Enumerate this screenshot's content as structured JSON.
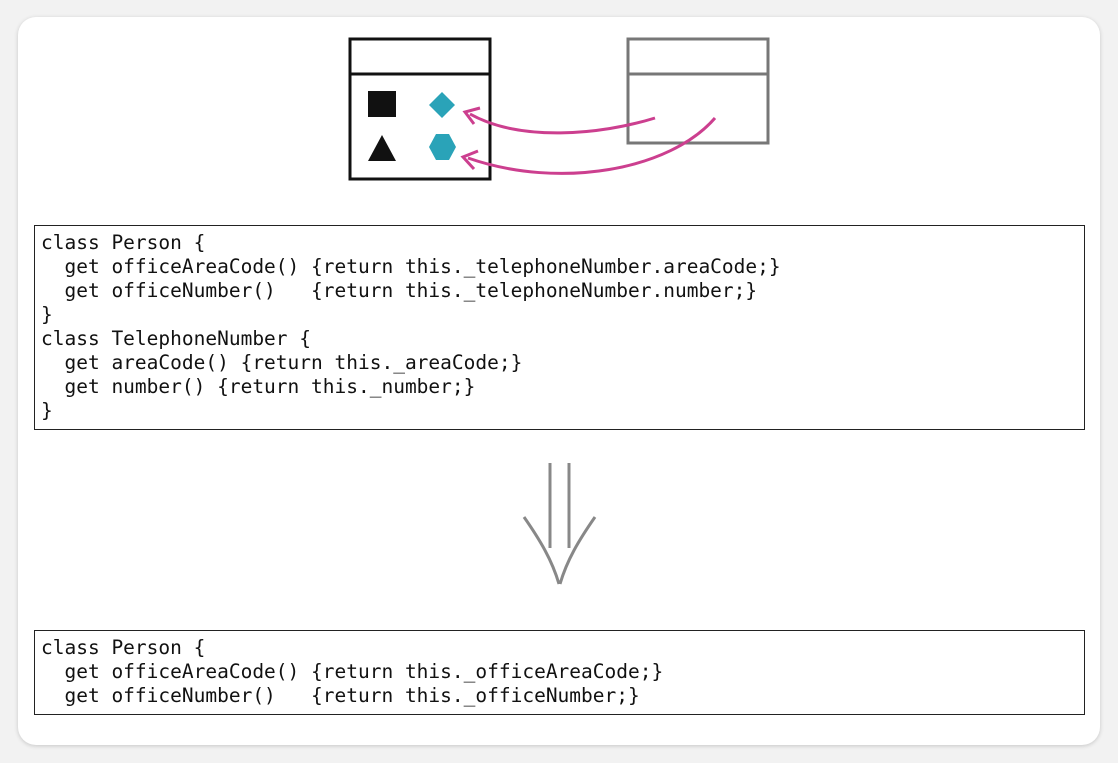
{
  "diagram": {
    "colors": {
      "source_class_stroke": "#111111",
      "target_class_stroke": "#777777",
      "arrow_stroke": "#cc3f8f",
      "moved_shape_fill": "#2aa3b8",
      "kept_shape_fill": "#111111",
      "transform_arrow_stroke": "#888888"
    },
    "shapes": {
      "kept": [
        "square-icon",
        "triangle-icon"
      ],
      "moved": [
        "diamond-icon",
        "hexagon-icon"
      ]
    }
  },
  "before_code": {
    "lines": [
      "class Person {",
      "  get officeAreaCode() {return this._telephoneNumber.areaCode;}",
      "  get officeNumber()   {return this._telephoneNumber.number;}",
      "}",
      "class TelephoneNumber {",
      "  get areaCode() {return this._areaCode;}",
      "  get number() {return this._number;}",
      "}"
    ]
  },
  "after_code": {
    "lines": [
      "class Person {",
      "  get officeAreaCode() {return this._officeAreaCode;}",
      "  get officeNumber()   {return this._officeNumber;}"
    ]
  }
}
